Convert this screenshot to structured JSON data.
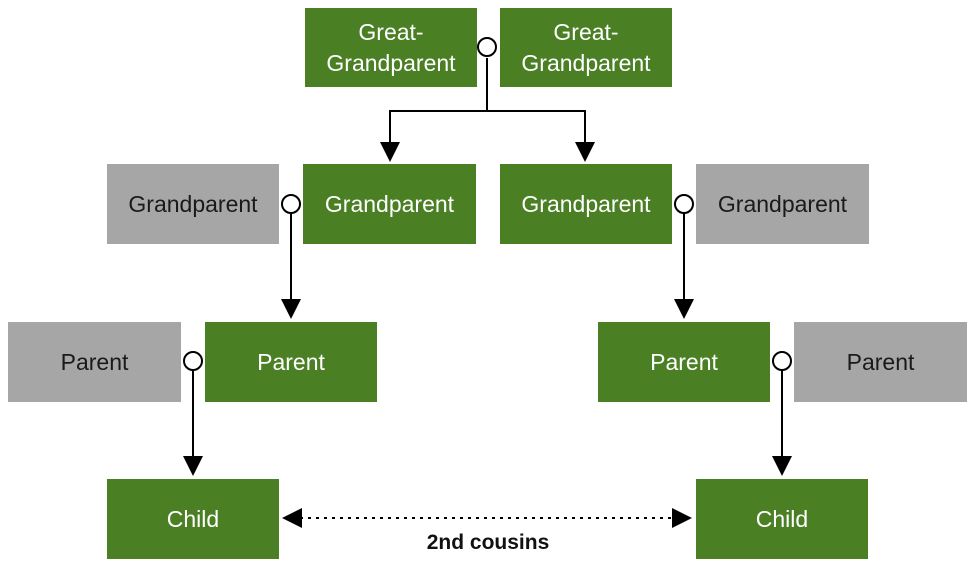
{
  "colors": {
    "bloodline": "#4a7f24",
    "in_law": "#a6a6a6",
    "connector": "#000000"
  },
  "nodes": {
    "great_gp_left": "Great-\nGrandparent",
    "great_gp_right": "Great-\nGrandparent",
    "gp_outer_left": "Grandparent",
    "gp_inner_left": "Grandparent",
    "gp_inner_right": "Grandparent",
    "gp_outer_right": "Grandparent",
    "parent_outer_left": "Parent",
    "parent_inner_left": "Parent",
    "parent_inner_right": "Parent",
    "parent_outer_right": "Parent",
    "child_left": "Child",
    "child_right": "Child"
  },
  "relationship_label": "2nd cousins"
}
